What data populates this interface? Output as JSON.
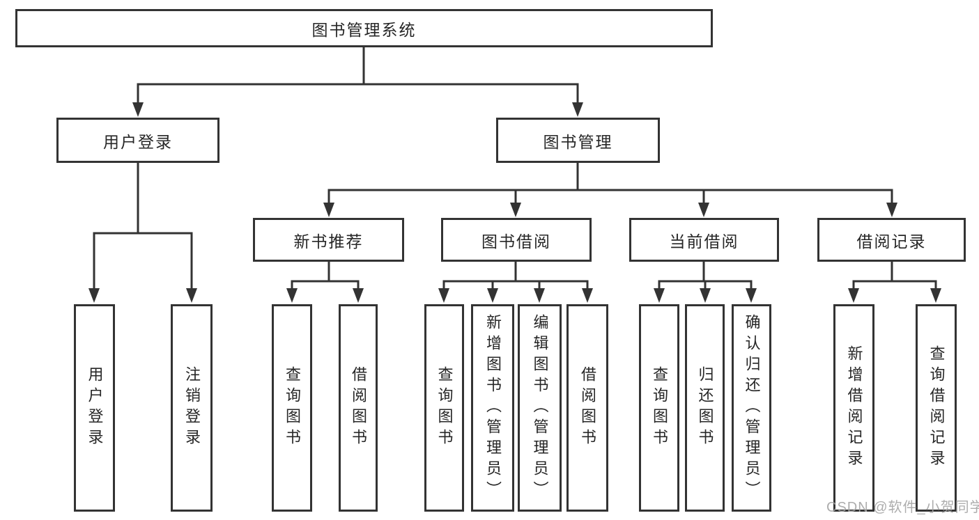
{
  "title": "图书管理系统",
  "colors": {
    "line": "#333333",
    "box_border": "#333333",
    "box_background": "#ffffff",
    "text": "#262626",
    "watermark": "#a4a4a4",
    "page_background": "#ffffff"
  },
  "tree": {
    "root": {
      "label": "图书管理系统"
    },
    "level2": [
      {
        "label": "用户登录"
      },
      {
        "label": "图书管理"
      }
    ],
    "level3": [
      {
        "label": "新书推荐"
      },
      {
        "label": "图书借阅"
      },
      {
        "label": "当前借阅"
      },
      {
        "label": "借阅记录"
      }
    ],
    "leaves": {
      "user_login": [
        {
          "label": "用户登录"
        },
        {
          "label": "注销登录"
        }
      ],
      "new_book_recommend": [
        {
          "label": "查询图书"
        },
        {
          "label": "借阅图书"
        }
      ],
      "book_borrow": [
        {
          "label": "查询图书"
        },
        {
          "label": "新增图书（管理员）"
        },
        {
          "label": "编辑图书（管理员）"
        },
        {
          "label": "借阅图书"
        }
      ],
      "current_borrow": [
        {
          "label": "查询图书"
        },
        {
          "label": "归还图书"
        },
        {
          "label": "确认归还（管理员）"
        }
      ],
      "borrow_records": [
        {
          "label": "新增借阅记录"
        },
        {
          "label": "查询借阅记录"
        }
      ]
    }
  },
  "watermark": "CSDN @软件_小贺同学"
}
